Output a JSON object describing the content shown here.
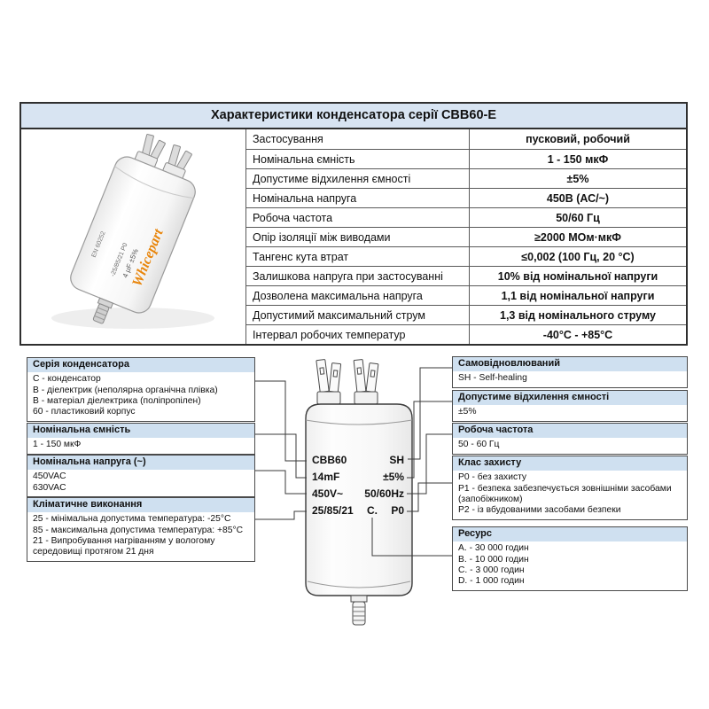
{
  "title": "Характеристики конденсатора серії CBB60-E",
  "table": {
    "rows": [
      {
        "label": "Застосування",
        "value": "пусковий, робочий"
      },
      {
        "label": "Номінальна ємність",
        "value": "1 - 150 мкФ"
      },
      {
        "label": "Допустиме відхилення ємності",
        "value": "±5%"
      },
      {
        "label": "Номінальна напруга",
        "value": "450В (АС/~)"
      },
      {
        "label": "Робоча частота",
        "value": "50/60 Гц"
      },
      {
        "label": "Опір ізоляції між виводами",
        "value": "≥2000 МОм·мкФ"
      },
      {
        "label": "Тангенс кута втрат",
        "value": "≤0,002 (100 Гц, 20 °C)"
      },
      {
        "label": "Залишкова напруга при застосуванні",
        "value": "10% від номінальної напруги"
      },
      {
        "label": "Дозволена максимальна напруга",
        "value": "1,1 від номінальної напруги"
      },
      {
        "label": "Допустимий максимальний струм",
        "value": "1,3 від номінального струму"
      },
      {
        "label": "Інтервал робочих температур",
        "value": "-40°C - +85°C"
      }
    ]
  },
  "photo": {
    "brand": "Whicepart",
    "spec": "4 µF ±5%",
    "code": "-25/85/21 P0",
    "standard": "EN 60252"
  },
  "marking": {
    "series": "CBB60",
    "self_healing": "SH",
    "capacitance": "14mF",
    "tolerance": "±5%",
    "voltage": "450V~",
    "frequency": "50/60Hz",
    "climate": "25/85/21",
    "resource": "C.",
    "protection": "P0"
  },
  "left_boxes": [
    {
      "title": "Серія конденсатора",
      "lines": [
        "C - конденсатор",
        "B - діелектрик (неполярна органічна плівка)",
        "B - матеріал діелектрика (поліпропілен)",
        "60 - пластиковий корпус"
      ]
    },
    {
      "title": "Номінальна ємність",
      "lines": [
        "1 - 150 мкФ"
      ]
    },
    {
      "title": "Номінальна напруга (~)",
      "lines": [
        "450VAC",
        "630VAC"
      ]
    },
    {
      "title": "Кліматичне виконання",
      "lines": [
        "25 - мінімальна допустима температура: -25°C",
        "85 - максимальна допустима температура: +85°C",
        "21 - Випробування нагріванням у вологому середовищі протягом 21 дня"
      ]
    }
  ],
  "right_boxes": [
    {
      "title": "Самовідновлюваний",
      "lines": [
        "SH - Self-healing"
      ]
    },
    {
      "title": "Допустиме відхилення ємності",
      "lines": [
        "±5%"
      ]
    },
    {
      "title": "Робоча частота",
      "lines": [
        "50 - 60 Гц"
      ]
    },
    {
      "title": "Клас захисту",
      "lines": [
        "P0 - без захисту",
        "P1 - безпека забезпечується зовнішніми засобами (запобіжником)",
        "P2 - із вбудованими засобами безпеки"
      ]
    },
    {
      "title": "Ресурс",
      "lines": [
        "A. - 30 000 годин",
        "B. - 10 000 годин",
        "C. - 3 000 годин",
        "D. - 1 000 годин"
      ]
    }
  ]
}
